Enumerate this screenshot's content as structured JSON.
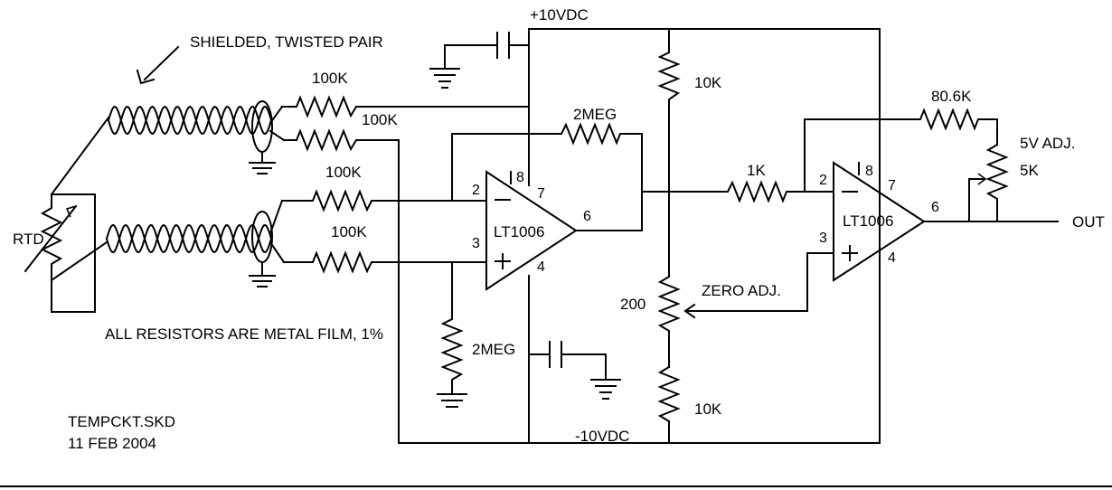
{
  "labels": {
    "supply_pos": "+10VDC",
    "supply_neg": "-10VDC",
    "cable_note": "SHIELDED, TWISTED PAIR",
    "resistor_note": "ALL RESISTORS ARE METAL FILM, 1%",
    "sensor": "RTD",
    "output": "OUT",
    "file_name": "TEMPCKT.SKD",
    "file_date": "11 FEB 2004",
    "zero_adj": "ZERO ADJ.",
    "span_adj": "5V ADJ."
  },
  "resistors": {
    "r_top1": "100K",
    "r_top2": "100K",
    "r_bot1": "100K",
    "r_bot2": "100K",
    "r_fb1": "2MEG",
    "r_gnd": "2MEG",
    "r_div_top": "10K",
    "r_div_bot": "10K",
    "r_pot": "200",
    "r_in2": "1K",
    "r_fb2": "80.6K",
    "r_pot2": "5K"
  },
  "amps": {
    "u1": {
      "name": "LT1006",
      "pin_inv": "2",
      "pin_noninv": "3",
      "pin_out": "6",
      "pin_vp": "7",
      "pin_vn": "4",
      "pin_8": "8",
      "minus": "−",
      "plus": "+"
    },
    "u2": {
      "name": "LT1006",
      "pin_inv": "2",
      "pin_noninv": "3",
      "pin_out": "6",
      "pin_vp": "7",
      "pin_vn": "4",
      "pin_8": "8",
      "minus": "−",
      "plus": "+"
    }
  }
}
